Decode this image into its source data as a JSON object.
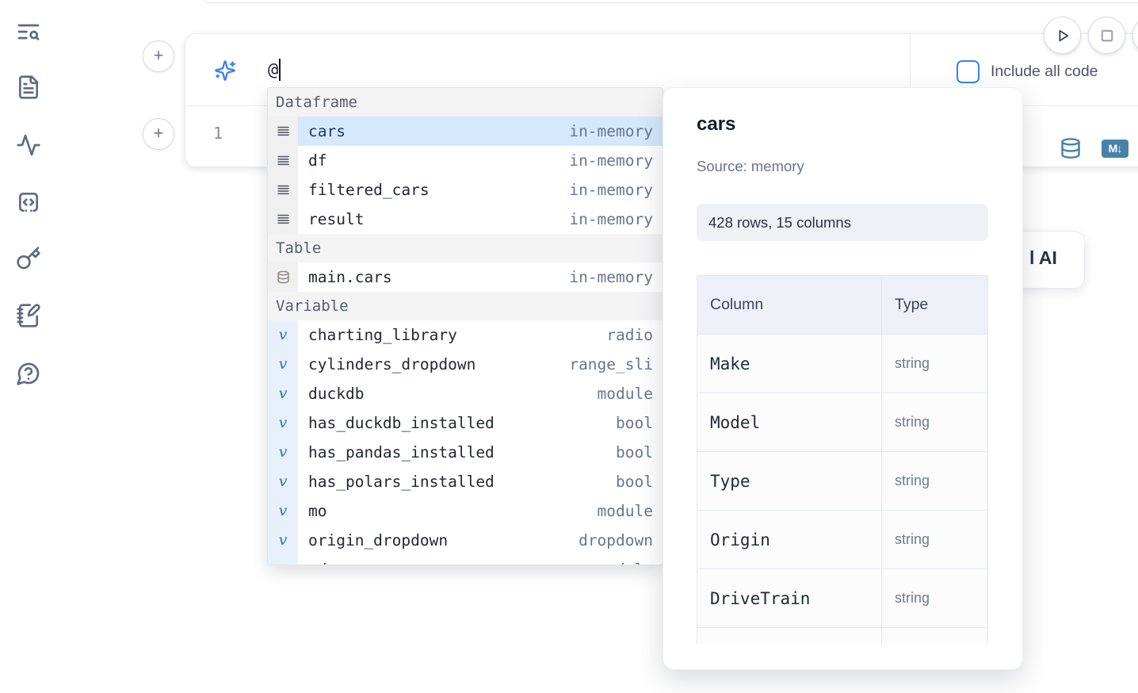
{
  "sidebar": {
    "icons": [
      {
        "name": "text-search-icon"
      },
      {
        "name": "file-text-icon"
      },
      {
        "name": "activity-icon"
      },
      {
        "name": "scratchpad-code-icon"
      },
      {
        "name": "key-icon"
      },
      {
        "name": "notebook-pen-icon"
      },
      {
        "name": "help-chat-icon"
      }
    ]
  },
  "prompt_cell": {
    "add_cell_button": "+",
    "ai_icon": "sparkles-icon",
    "input_value": "@",
    "include_all_code": {
      "label": "Include all code",
      "checked": false
    },
    "code_line_number": "1",
    "toolbar_icons": [
      {
        "name": "database-icon"
      },
      {
        "name": "markdown-export-icon",
        "badge_text": "M↓"
      }
    ]
  },
  "run_controls": {
    "run_button": "play-icon",
    "interrupt_button": "stop-square-icon"
  },
  "autocomplete": {
    "sections": [
      {
        "label": "Dataframe",
        "items": [
          {
            "name": "cars",
            "type": "in-memory",
            "kind": "dataframe",
            "selected": true
          },
          {
            "name": "df",
            "type": "in-memory",
            "kind": "dataframe",
            "selected": false
          },
          {
            "name": "filtered_cars",
            "type": "in-memory",
            "kind": "dataframe",
            "selected": false
          },
          {
            "name": "result",
            "type": "in-memory",
            "kind": "dataframe",
            "selected": false
          }
        ]
      },
      {
        "label": "Table",
        "items": [
          {
            "name": "main.cars",
            "type": "in-memory",
            "kind": "table",
            "selected": false
          }
        ]
      },
      {
        "label": "Variable",
        "items": [
          {
            "name": "charting_library",
            "type": "radio",
            "kind": "variable",
            "selected": false
          },
          {
            "name": "cylinders_dropdown",
            "type": "range_sli",
            "kind": "variable",
            "selected": false
          },
          {
            "name": "duckdb",
            "type": "module",
            "kind": "variable",
            "selected": false
          },
          {
            "name": "has_duckdb_installed",
            "type": "bool",
            "kind": "variable",
            "selected": false
          },
          {
            "name": "has_pandas_installed",
            "type": "bool",
            "kind": "variable",
            "selected": false
          },
          {
            "name": "has_polars_installed",
            "type": "bool",
            "kind": "variable",
            "selected": false
          },
          {
            "name": "mo",
            "type": "module",
            "kind": "variable",
            "selected": false
          },
          {
            "name": "origin_dropdown",
            "type": "dropdown",
            "kind": "variable",
            "selected": false
          },
          {
            "name": "pd",
            "type": "module",
            "kind": "variable",
            "selected": false,
            "clipped": true
          }
        ]
      }
    ]
  },
  "preview": {
    "title": "cars",
    "source": "Source: memory",
    "shape_badge": "428 rows, 15 columns",
    "table": {
      "headers": [
        "Column",
        "Type"
      ],
      "rows": [
        [
          "Make",
          "string"
        ],
        [
          "Model",
          "string"
        ],
        [
          "Type",
          "string"
        ],
        [
          "Origin",
          "string"
        ],
        [
          "DriveTrain",
          "string"
        ],
        [
          "",
          ""
        ]
      ]
    }
  },
  "peek_card": {
    "label_fragment": "l AI"
  },
  "colors": {
    "accent_blue": "#3b82f6",
    "selection_blue": "#d6e9fb",
    "selected_text": "#1e3a6e",
    "steel_blue": "#4a81a8",
    "sidebar_icon": "#5d6b82"
  }
}
